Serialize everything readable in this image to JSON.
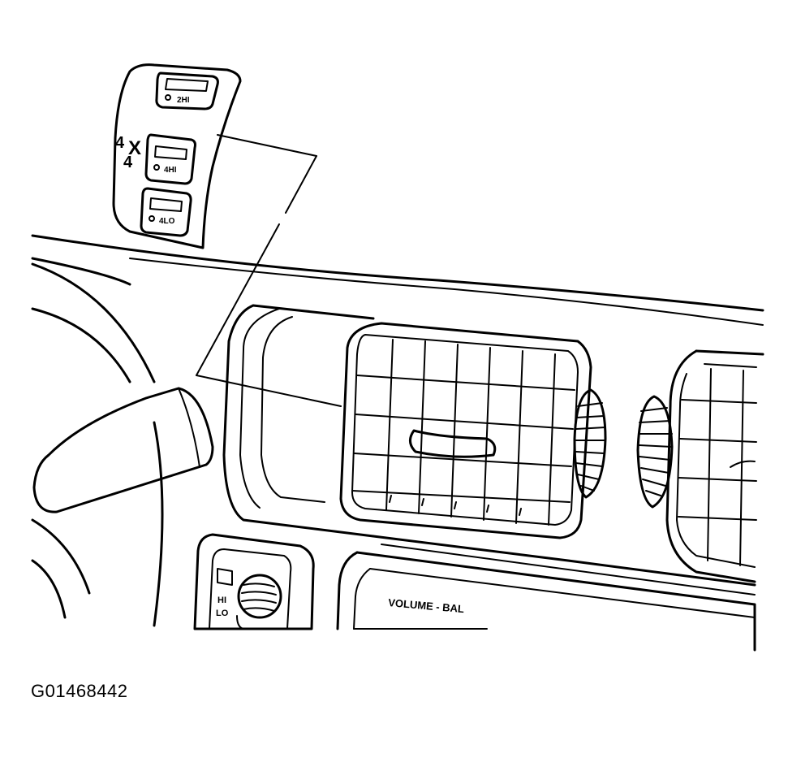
{
  "figure": {
    "id": "G01468442"
  },
  "switch_panel": {
    "label_4x4_top": "4",
    "label_4x4_x": "X",
    "label_4x4_bottom": "4",
    "buttons": [
      {
        "label": "2HI"
      },
      {
        "label": "4HI"
      },
      {
        "label": "4LO"
      }
    ]
  },
  "headlamp_switch": {
    "hi_label": "HI",
    "lo_label": "LO"
  },
  "radio": {
    "label": "VOLUME - BAL"
  }
}
